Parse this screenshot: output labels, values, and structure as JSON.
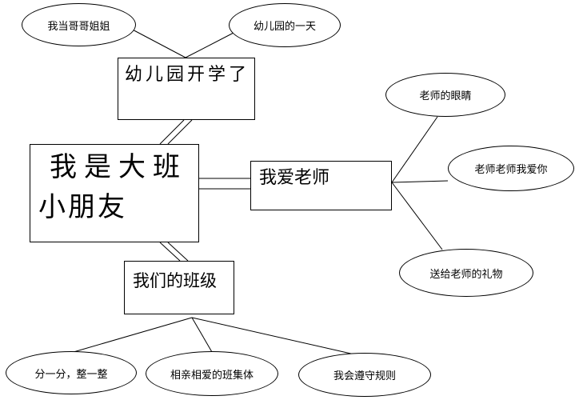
{
  "center": {
    "line1": "我是大班",
    "line2": "小朋友"
  },
  "branches": {
    "kindergarten": {
      "label": "幼儿园开学了",
      "children": [
        "我当哥哥姐姐",
        "幼儿园的一天"
      ]
    },
    "teacher": {
      "label": "我爱老师",
      "children": [
        "老师的眼睛",
        "老师老师我爱你",
        "送给老师的礼物"
      ]
    },
    "class": {
      "label": "我们的班级",
      "children": [
        "分一分，整一整",
        "相亲相爱的班集体",
        "我会遵守规则"
      ]
    }
  }
}
